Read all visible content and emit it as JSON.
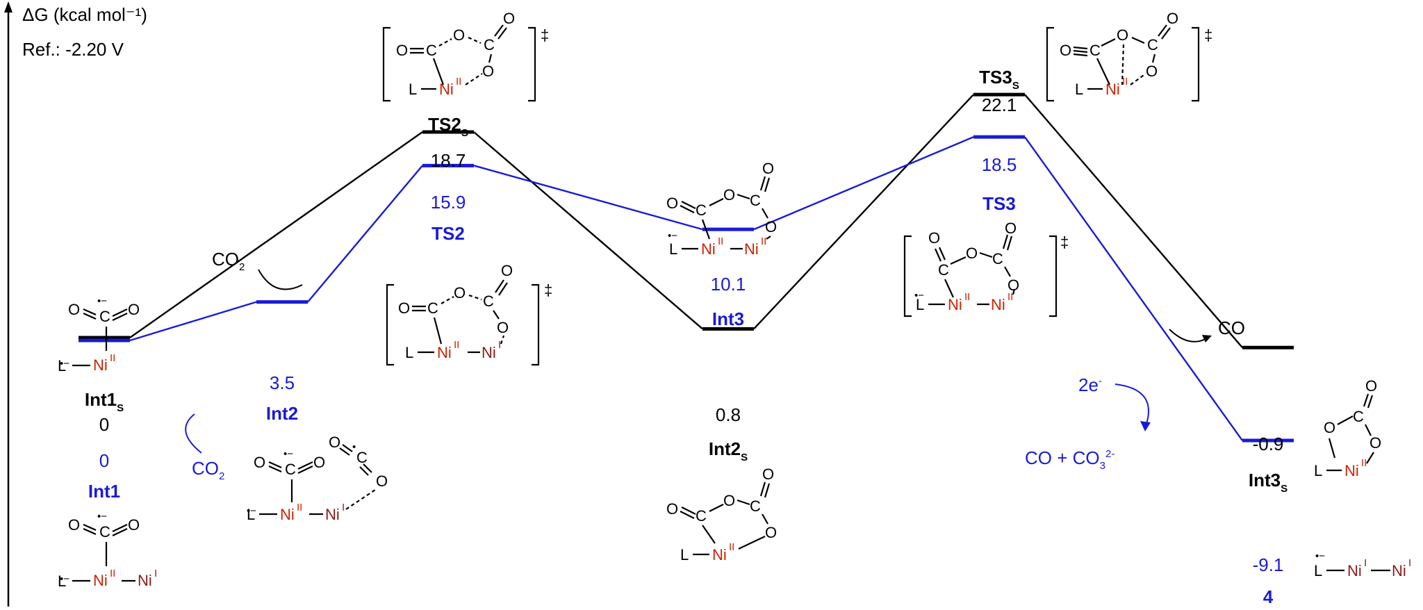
{
  "chart_data": {
    "type": "energy-profile",
    "ylabel": "ΔG (kcal mol⁻¹)",
    "ref_label": "Ref.: -2.20 V",
    "series": [
      {
        "color": "#000000",
        "levels": [
          {
            "name": "Int1S",
            "value": 0,
            "value_label": "0"
          },
          {
            "name": "TS2S",
            "value": 18.7,
            "value_label": "18.7"
          },
          {
            "name": "Int2S",
            "value": 0.8,
            "value_label": "0.8"
          },
          {
            "name": "TS3S",
            "value": 22.1,
            "value_label": "22.1"
          },
          {
            "name": "Int3S",
            "value": -0.9,
            "value_label": "-0.9"
          }
        ]
      },
      {
        "color": "#1a1ad6",
        "levels": [
          {
            "name": "Int1",
            "value": 0,
            "value_label": "0"
          },
          {
            "name": "Int2",
            "value": 3.5,
            "value_label": "3.5"
          },
          {
            "name": "TS2",
            "value": 15.9,
            "value_label": "15.9"
          },
          {
            "name": "Int3",
            "value": 10.1,
            "value_label": "10.1"
          },
          {
            "name": "TS3",
            "value": 18.5,
            "value_label": "18.5"
          },
          {
            "name": "4",
            "value": -9.1,
            "value_label": "-9.1"
          }
        ]
      }
    ],
    "annotations": {
      "co2_black": "CO₂",
      "co2_blue": "CO₂",
      "co_black": "CO",
      "two_e": "2e⁻",
      "co_co3": "CO + CO₃²⁻"
    }
  },
  "structures": {
    "L": "L",
    "Ni": "Ni",
    "ox2": "II",
    "ox1": "I",
    "O": "O",
    "C": "C",
    "radical": "•−",
    "dagger": "‡"
  },
  "colors": {
    "black": "#000000",
    "blue": "#1a1ad6",
    "ni_red": "#cc2200",
    "ni_dark": "#8b1a1a"
  }
}
